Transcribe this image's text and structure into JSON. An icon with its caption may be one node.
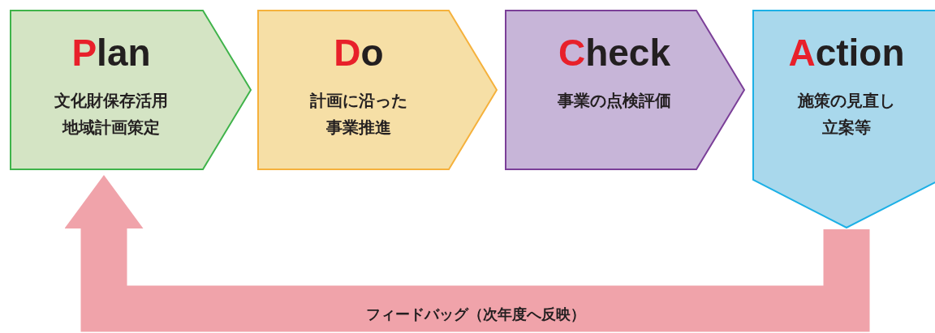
{
  "diagram": {
    "nodes": [
      {
        "text": [
          "Plan",
          "文化財保存活用地域計画策定"
        ]
      },
      {
        "text": [
          "Do",
          "計画に沿った事業推進"
        ]
      },
      {
        "text": [
          "Check",
          "事業の点検評価"
        ]
      },
      {
        "text": [
          "Action",
          "施策の見直し立案等"
        ]
      }
    ],
    "edges": [
      {
        "from": 3,
        "to": 0,
        "arrow": "to",
        "label": "フィードバッグ（次年度へ反映）"
      }
    ]
  }
}
